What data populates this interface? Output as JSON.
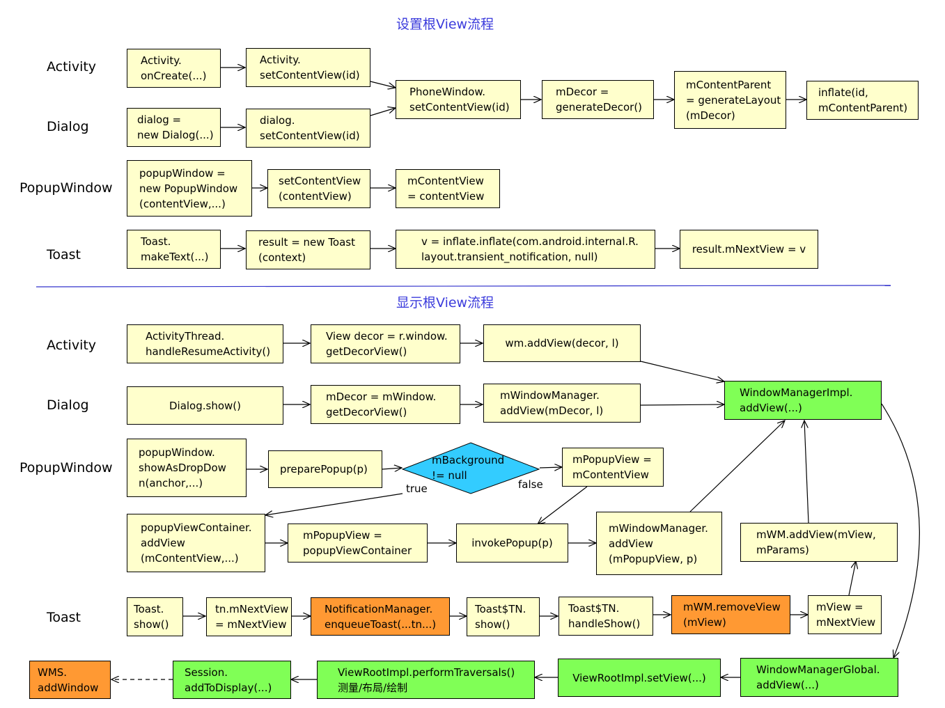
{
  "section_titles": {
    "set_root": "设置根View流程",
    "show_root": "显示根View流程"
  },
  "row_labels": {
    "top_activity": "Activity",
    "top_dialog": "Dialog",
    "top_popup": "PopupWindow",
    "top_toast": "Toast",
    "bottom_activity": "Activity",
    "bottom_dialog": "Dialog",
    "bottom_popup": "PopupWindow",
    "bottom_toast": "Toast"
  },
  "nodes": {
    "activity_oncreate": "Activity.\nonCreate(...)",
    "activity_setcontentview": "Activity.\nsetContentView(id)",
    "phonewindow_setcontentview": "PhoneWindow.\nsetContentView(id)",
    "mdecor_generatedecor": "mDecor =\ngenerateDecor()",
    "mcontentparent_generatelayout": "mContentParent\n= generateLayout\n(mDecor)",
    "inflate_id": "inflate(id,\nmContentParent)",
    "dialog_new": "dialog =\nnew Dialog(...)",
    "dialog_setcontentview": "dialog.\nsetContentView(id)",
    "popup_new": "popupWindow =\nnew PopupWindow\n(contentView,...)",
    "popup_setcontentview": "setContentView\n(contentView)",
    "mcontentview_assign": "mContentView\n= contentView",
    "toast_maketext": "Toast.\nmakeText(...)",
    "result_new_toast": "result = new Toast\n(context)",
    "v_inflate": "v = inflate.inflate(com.android.internal.R.\nlayout.transient_notification, null)",
    "result_mnextview": "result.mNextView = v",
    "activitythread_handleresume": "ActivityThread.\nhandleResumeActivity()",
    "view_decor_getdecor": "View decor = r.window.\ngetDecorView()",
    "wm_adddecor": "wm.addView(decor, l)",
    "windowmanagerimpl_addview": "WindowManagerImpl.\naddView(...)",
    "dialog_show": "Dialog.show()",
    "mdecor_mwindow_getdecor": "mDecor = mWindow.\ngetDecorView()",
    "mwindowmanager_addview_mdecor": "mWindowManager.\naddView(mDecor, l)",
    "popup_showasdropdown": "popupWindow.\nshowAsDropDow\nn(anchor,...)",
    "preparepopup": "preparePopup(p)",
    "diamond_mbackground": "mBackground\n!= null",
    "mpopupview_mcontentview": "mPopupView =\nmContentView",
    "popupviewcontainer_addview": "popupViewContainer.\naddView\n(mContentView,...)",
    "mpopupview_container": "mPopupView =\npopupViewContainer",
    "invokepopup": "invokePopup(p)",
    "mwindowmanager_addview_mpopup": "mWindowManager.\naddView\n(mPopupView, p)",
    "mwm_addview_mview": "mWM.addView(mView,\nmParams)",
    "toast_show": "Toast.\nshow()",
    "tn_mnextview": "tn.mNextView\n= mNextView",
    "notificationmanager_enqueue": "NotificationManager.\nenqueueToast(...tn...)",
    "toasttn_show": "Toast$TN.\nshow()",
    "toasttn_handleshow": "Toast$TN.\nhandleShow()",
    "mwm_removeview": "mWM.removeView\n(mView)",
    "mview_mnextview": "mView =\nmNextView",
    "wms_addwindow": "WMS.\naddWindow",
    "session_addtodisplay": "Session.\naddToDisplay(...)",
    "viewrootimpl_performtraversals": "ViewRootImpl.performTraversals()\n测量/布局/绘制",
    "viewrootimpl_setview": "ViewRootImpl.setView(...)",
    "windowmanagerglobal_addview": "WindowManagerGlobal.\naddView(...)"
  },
  "edge_labels": {
    "true_label": "true",
    "false_label": "false"
  },
  "colors": {
    "box_fill": "#ffffcc",
    "highlight_green": "#80ff56",
    "highlight_orange": "#ff9933",
    "diamond_fill": "#33ccff",
    "title_blue": "#3b3bdc",
    "divider_blue": "#3333cc"
  }
}
